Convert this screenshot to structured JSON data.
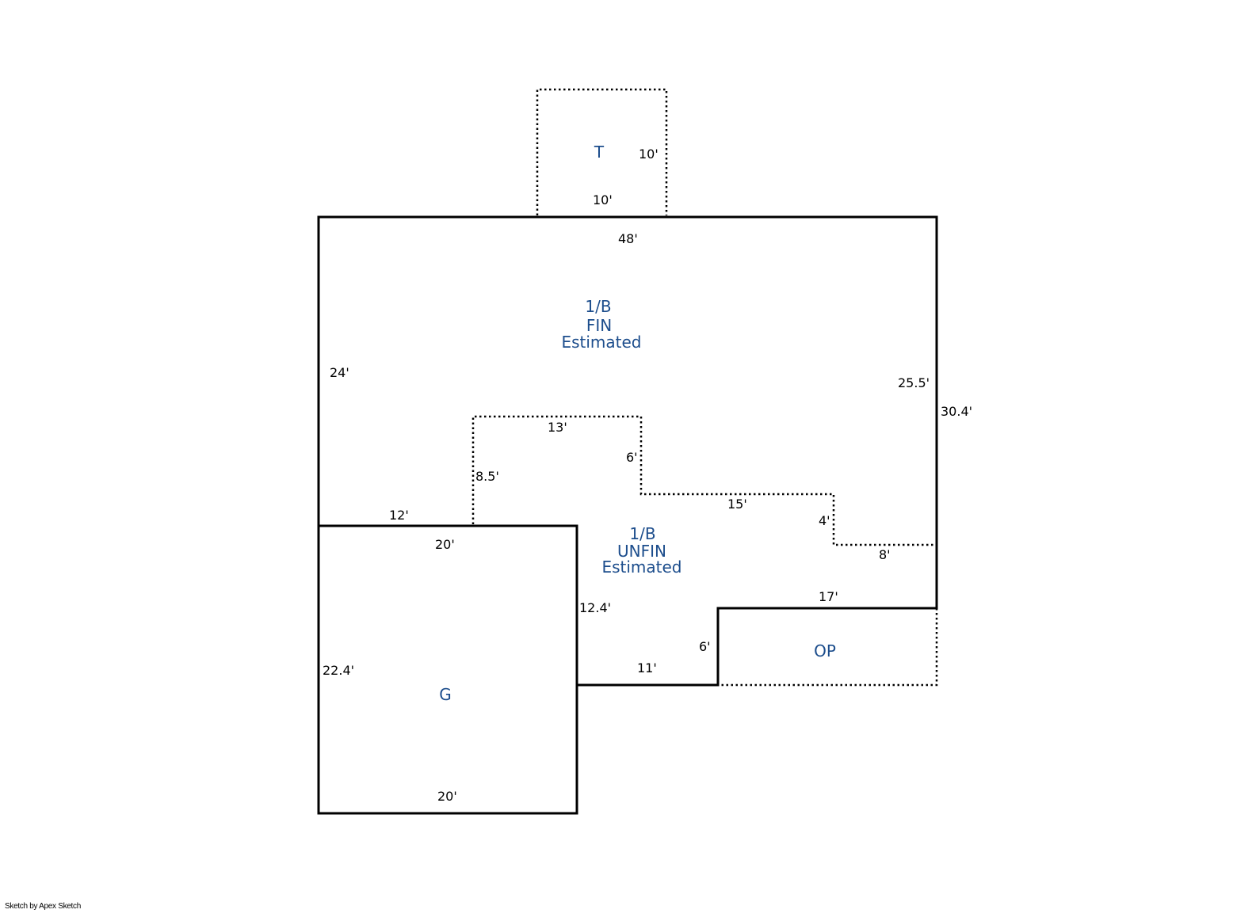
{
  "areas": {
    "terrace": {
      "code": "T"
    },
    "first_floor_finished": {
      "line1": "1/B",
      "line2": "FIN",
      "line3": "Estimated"
    },
    "first_floor_unfinished": {
      "line1": "1/B",
      "line2": "UNFIN",
      "line3": "Estimated"
    },
    "garage": {
      "code": "G"
    },
    "open_porch": {
      "code": "OP"
    }
  },
  "dimensions": {
    "t_right": "10'",
    "t_bottom": "10'",
    "top": "48'",
    "left_upper": "24'",
    "right_inner": "25.5'",
    "right_outer": "30.4'",
    "inner_13": "13'",
    "inner_6": "6'",
    "inner_8_5": "8.5'",
    "inner_15": "15'",
    "inner_4": "4'",
    "inner_8": "8'",
    "left_12": "12'",
    "garage_top": "20'",
    "garage_right": "12.4'",
    "porch_top": "17'",
    "porch_left": "6'",
    "bottom_11": "11'",
    "garage_left": "22.4'",
    "garage_bottom": "20'"
  },
  "footer": "Sketch by Apex Sketch"
}
